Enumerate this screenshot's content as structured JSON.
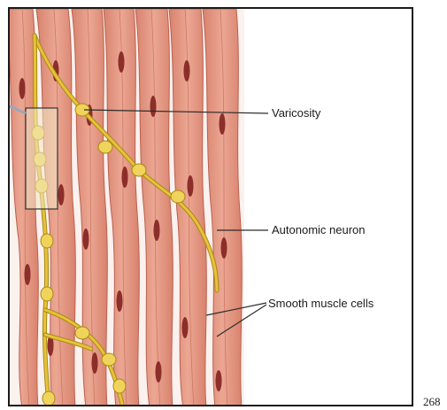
{
  "figure": {
    "labels": {
      "varicosity": "Varicosity",
      "autonomic_neuron": "Autonomic neuron",
      "smooth_muscle_cells": "Smooth muscle cells"
    }
  },
  "page_number": "268",
  "colors": {
    "muscle_fill": "#e39a86",
    "muscle_outline": "#b9614f",
    "nucleus": "#8c2e2a",
    "neuron": "#e7c23a",
    "neuron_outline": "#a98a14",
    "varicosity": "#f0d35a",
    "gap": "#fbf1ee",
    "leader_line": "#2b2b2b"
  }
}
